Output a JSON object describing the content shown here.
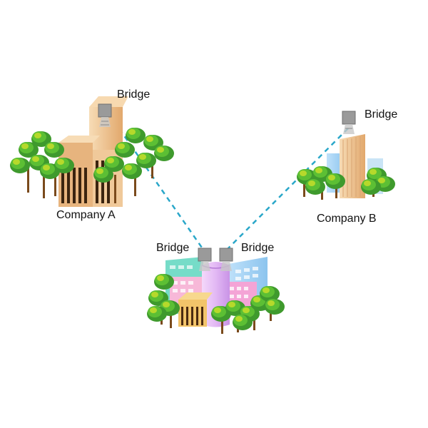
{
  "labels": {
    "bridge_a": "Bridge",
    "bridge_b": "Bridge",
    "bridge_center_left": "Bridge",
    "bridge_center_right": "Bridge",
    "company_a": "Company A",
    "company_b": "Company B"
  },
  "colors": {
    "link_line": "#2aa7c9",
    "tree_dark": "#3f9a2d",
    "tree_mid": "#5cbf34",
    "tree_light": "#b6d92b",
    "tree_trunk": "#7a4a1c",
    "building_tan": "#f0c99a",
    "building_stripe": "#3b2410",
    "bridge_device": "#9a9a9a",
    "building_pink": "#f2a8e0",
    "building_lilac": "#e2b8f4",
    "building_blue": "#9ed0f4",
    "building_teal": "#76dcc8"
  },
  "icons": {
    "bridge_device": "wireless-bridge-icon",
    "tree": "tree-cluster-icon",
    "building": "office-building-icon"
  }
}
